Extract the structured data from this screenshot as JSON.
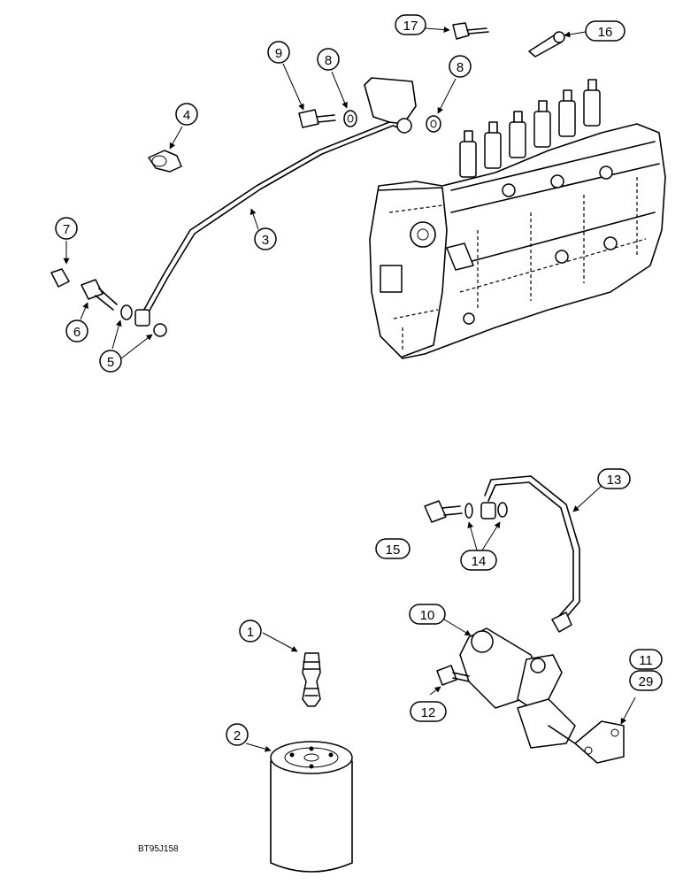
{
  "callouts": [
    {
      "id": "17",
      "label": "17"
    },
    {
      "id": "16",
      "label": "16"
    },
    {
      "id": "9",
      "label": "9"
    },
    {
      "id": "8a",
      "label": "8"
    },
    {
      "id": "8b",
      "label": "8"
    },
    {
      "id": "4",
      "label": "4"
    },
    {
      "id": "3",
      "label": "3"
    },
    {
      "id": "7",
      "label": "7"
    },
    {
      "id": "6",
      "label": "6"
    },
    {
      "id": "5",
      "label": "5"
    },
    {
      "id": "13",
      "label": "13"
    },
    {
      "id": "15",
      "label": "15"
    },
    {
      "id": "14",
      "label": "14"
    },
    {
      "id": "10",
      "label": "10"
    },
    {
      "id": "11",
      "label": "11"
    },
    {
      "id": "29",
      "label": "29"
    },
    {
      "id": "1",
      "label": "1"
    },
    {
      "id": "12",
      "label": "12"
    },
    {
      "id": "2",
      "label": "2"
    }
  ],
  "figure_code": "BT95J158"
}
